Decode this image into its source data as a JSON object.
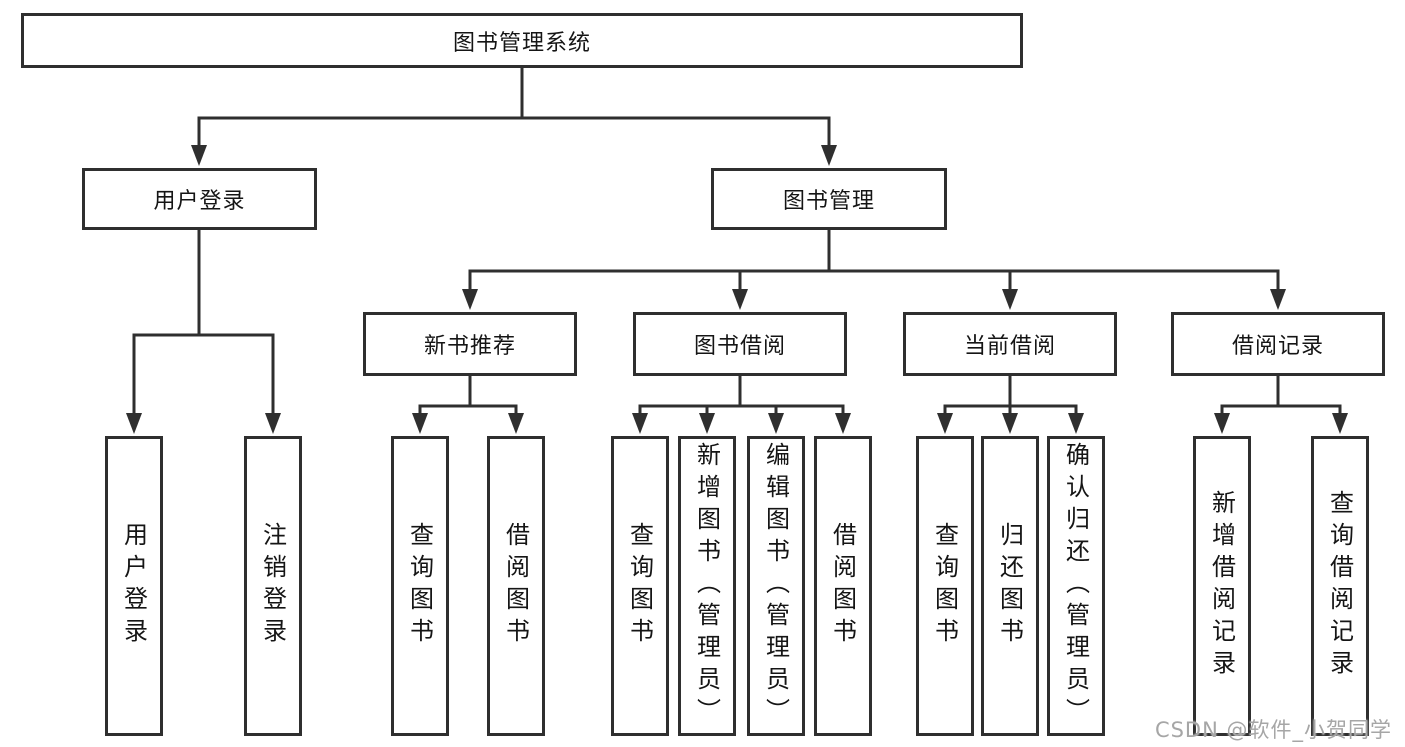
{
  "colors": {
    "line": "#2f2f2f",
    "box_fill": "#ffffff",
    "text": "#151515",
    "watermark": "#a6a6a6"
  },
  "tree": {
    "root": {
      "label": "图书管理系统"
    },
    "user_login": {
      "label": "用户登录",
      "children": [
        {
          "label": "用户登录"
        },
        {
          "label": "注销登录"
        }
      ]
    },
    "book_mgmt": {
      "label": "图书管理",
      "children": [
        {
          "label": "新书推荐",
          "children": [
            {
              "label": "查询图书"
            },
            {
              "label": "借阅图书"
            }
          ]
        },
        {
          "label": "图书借阅",
          "children": [
            {
              "label": "查询图书"
            },
            {
              "label": "新增图书（管理员）"
            },
            {
              "label": "编辑图书（管理员）"
            },
            {
              "label": "借阅图书"
            }
          ]
        },
        {
          "label": "当前借阅",
          "children": [
            {
              "label": "查询图书"
            },
            {
              "label": "归还图书"
            },
            {
              "label": "确认归还（管理员）"
            }
          ]
        },
        {
          "label": "借阅记录",
          "children": [
            {
              "label": "新增借阅记录"
            },
            {
              "label": "查询借阅记录"
            }
          ]
        }
      ]
    }
  },
  "watermark": {
    "text": "CSDN @软件_小贺同学"
  }
}
